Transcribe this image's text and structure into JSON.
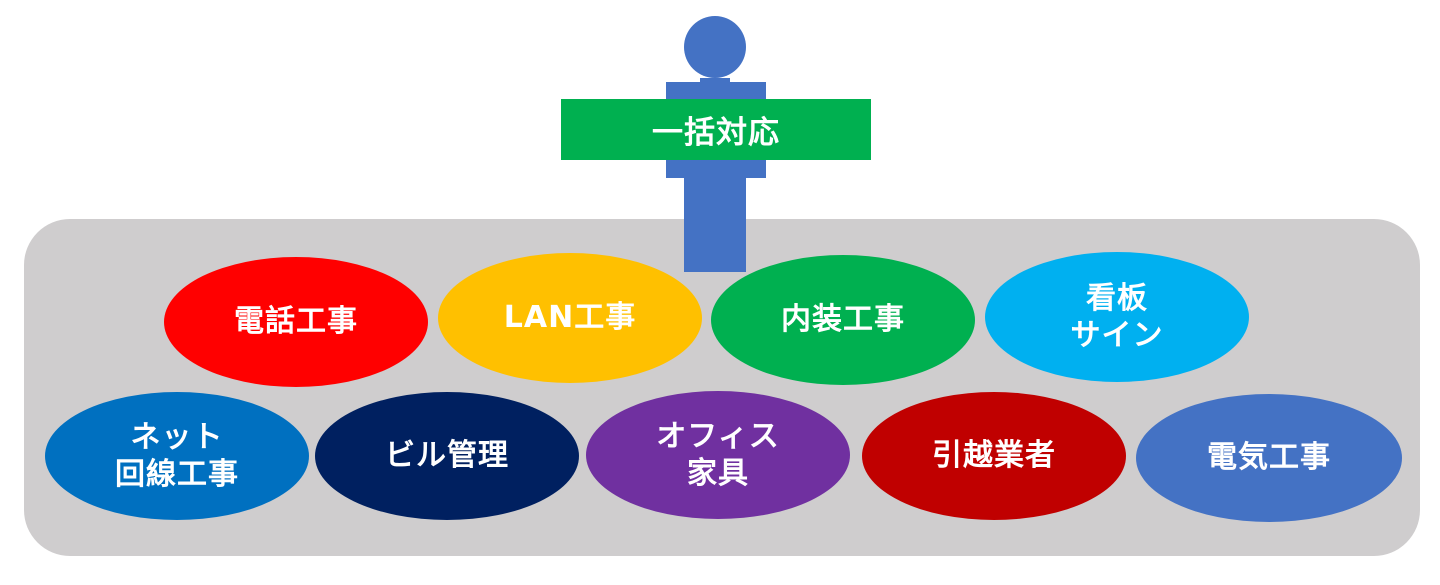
{
  "top_label": "一括対応",
  "colors": {
    "person": "#4472c4",
    "banner": "#00b050",
    "panel": "#cfcdce"
  },
  "nodes": [
    {
      "label": "電話工事",
      "color": "#ff0000"
    },
    {
      "label": "LAN工事",
      "color": "#ffc000"
    },
    {
      "label": "内装工事",
      "color": "#00b050"
    },
    {
      "label": "看板\nサイン",
      "color": "#00b0f0"
    },
    {
      "label": "ネット\n回線工事",
      "color": "#0070c0"
    },
    {
      "label": "ビル管理",
      "color": "#002060"
    },
    {
      "label": "オフィス\n家具",
      "color": "#7030a0"
    },
    {
      "label": "引越業者",
      "color": "#c00000"
    },
    {
      "label": "電気工事",
      "color": "#4472c4"
    }
  ]
}
